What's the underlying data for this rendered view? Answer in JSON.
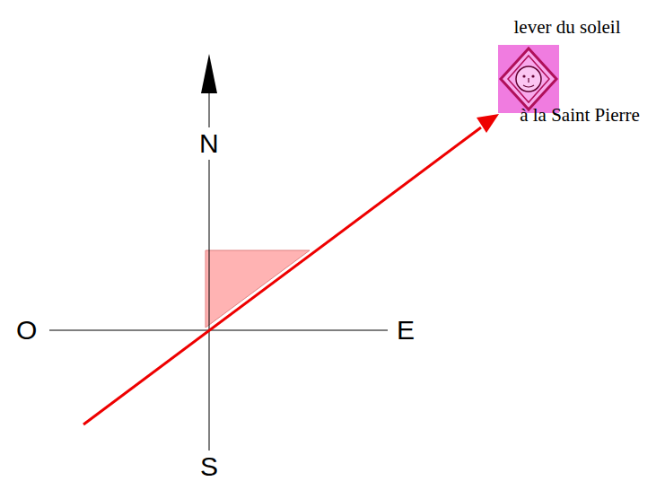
{
  "diagram": {
    "labels": [
      "N",
      "O",
      "E",
      "S",
      "lever du soleil",
      "à la Saint Pierre"
    ]
  }
}
